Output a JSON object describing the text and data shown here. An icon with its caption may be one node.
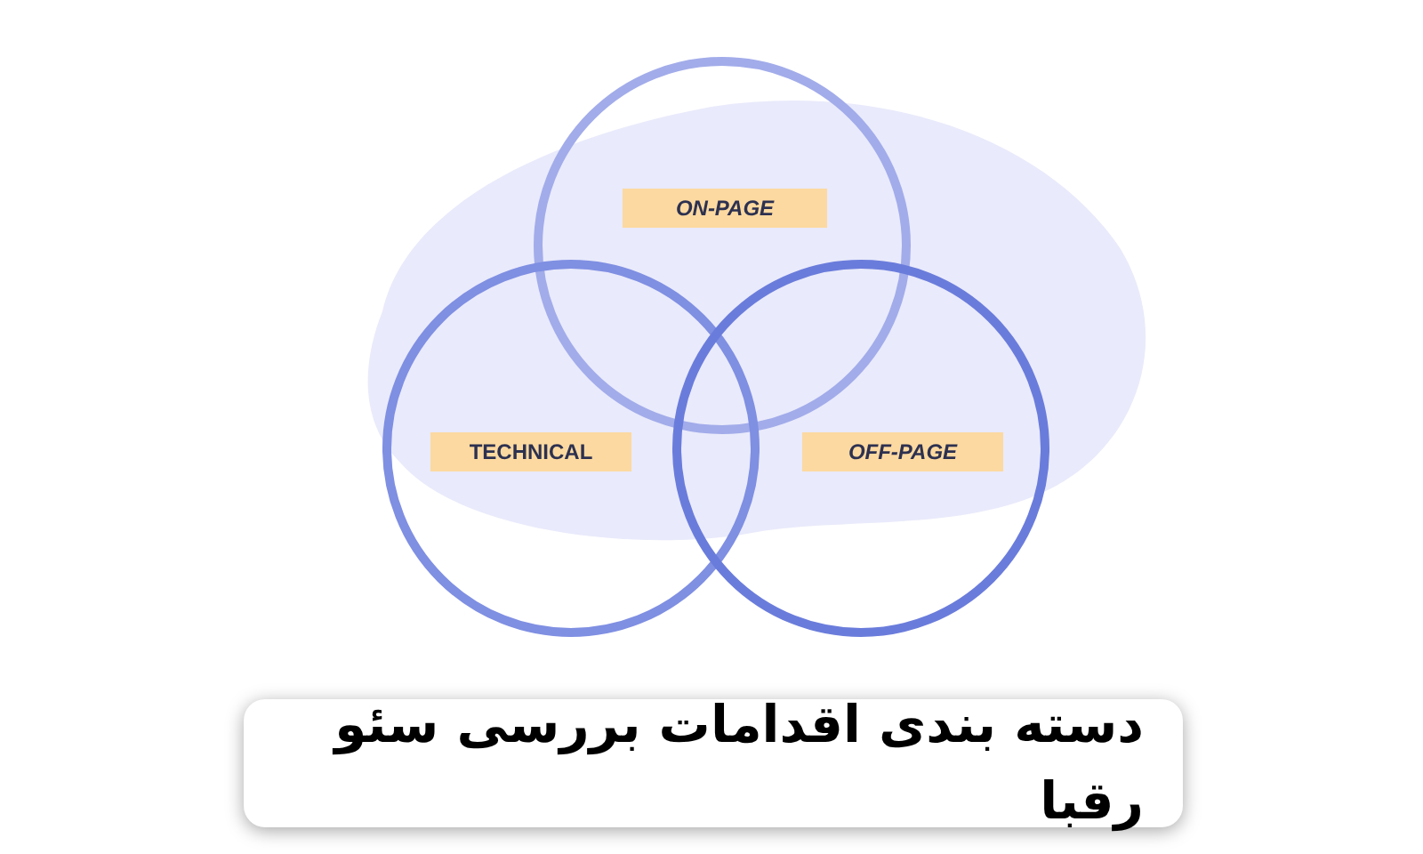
{
  "diagram": {
    "title": "دسته بندی اقدامات بررسی سئو رقبا",
    "nodes": [
      {
        "text": [],
        "shape": "circle"
      },
      {
        "text": [],
        "shape": "circle"
      },
      {
        "text": [],
        "shape": "circle"
      },
      {
        "text": [
          "ON-PAGE"
        ],
        "in": 0
      },
      {
        "text": [
          "TECHNICAL"
        ],
        "in": 1
      },
      {
        "text": [
          "OFF-PAGE"
        ],
        "in": 2
      }
    ],
    "edges": []
  }
}
